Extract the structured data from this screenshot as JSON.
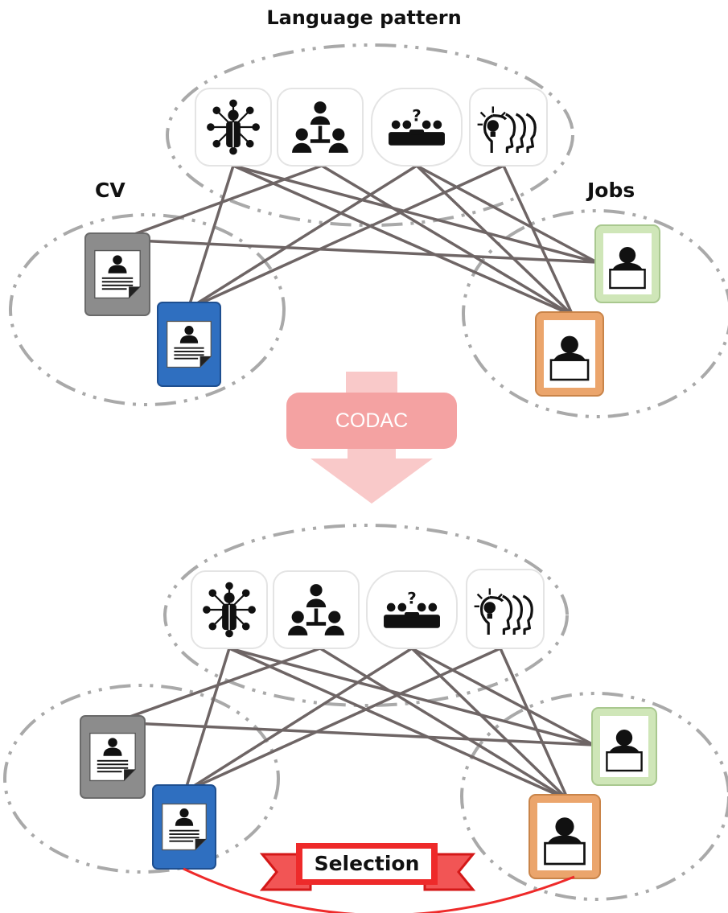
{
  "labels": {
    "language_pattern": "Language pattern",
    "cv": "CV",
    "jobs": "Jobs",
    "codac": "CODAC",
    "selection": "Selection"
  },
  "icons": {
    "language_pattern": [
      "network-person-icon",
      "hierarchy-team-icon",
      "meeting-question-icon",
      "idea-heads-icon"
    ],
    "cv": [
      "cv-document-gray-icon",
      "cv-document-blue-icon"
    ],
    "jobs": [
      "job-interview-green-icon",
      "job-interview-orange-icon"
    ]
  },
  "colors": {
    "line": "#6e6565",
    "dash_ellipse": "#a9a9a9",
    "codac_arrow": "#f4a2a2",
    "selection_ribbon": "#ee2a2a",
    "cv_gray": "#8c8c8c",
    "cv_blue": "#2f6fc0",
    "job_green": "#cfe6b8",
    "job_orange": "#eba56c"
  }
}
